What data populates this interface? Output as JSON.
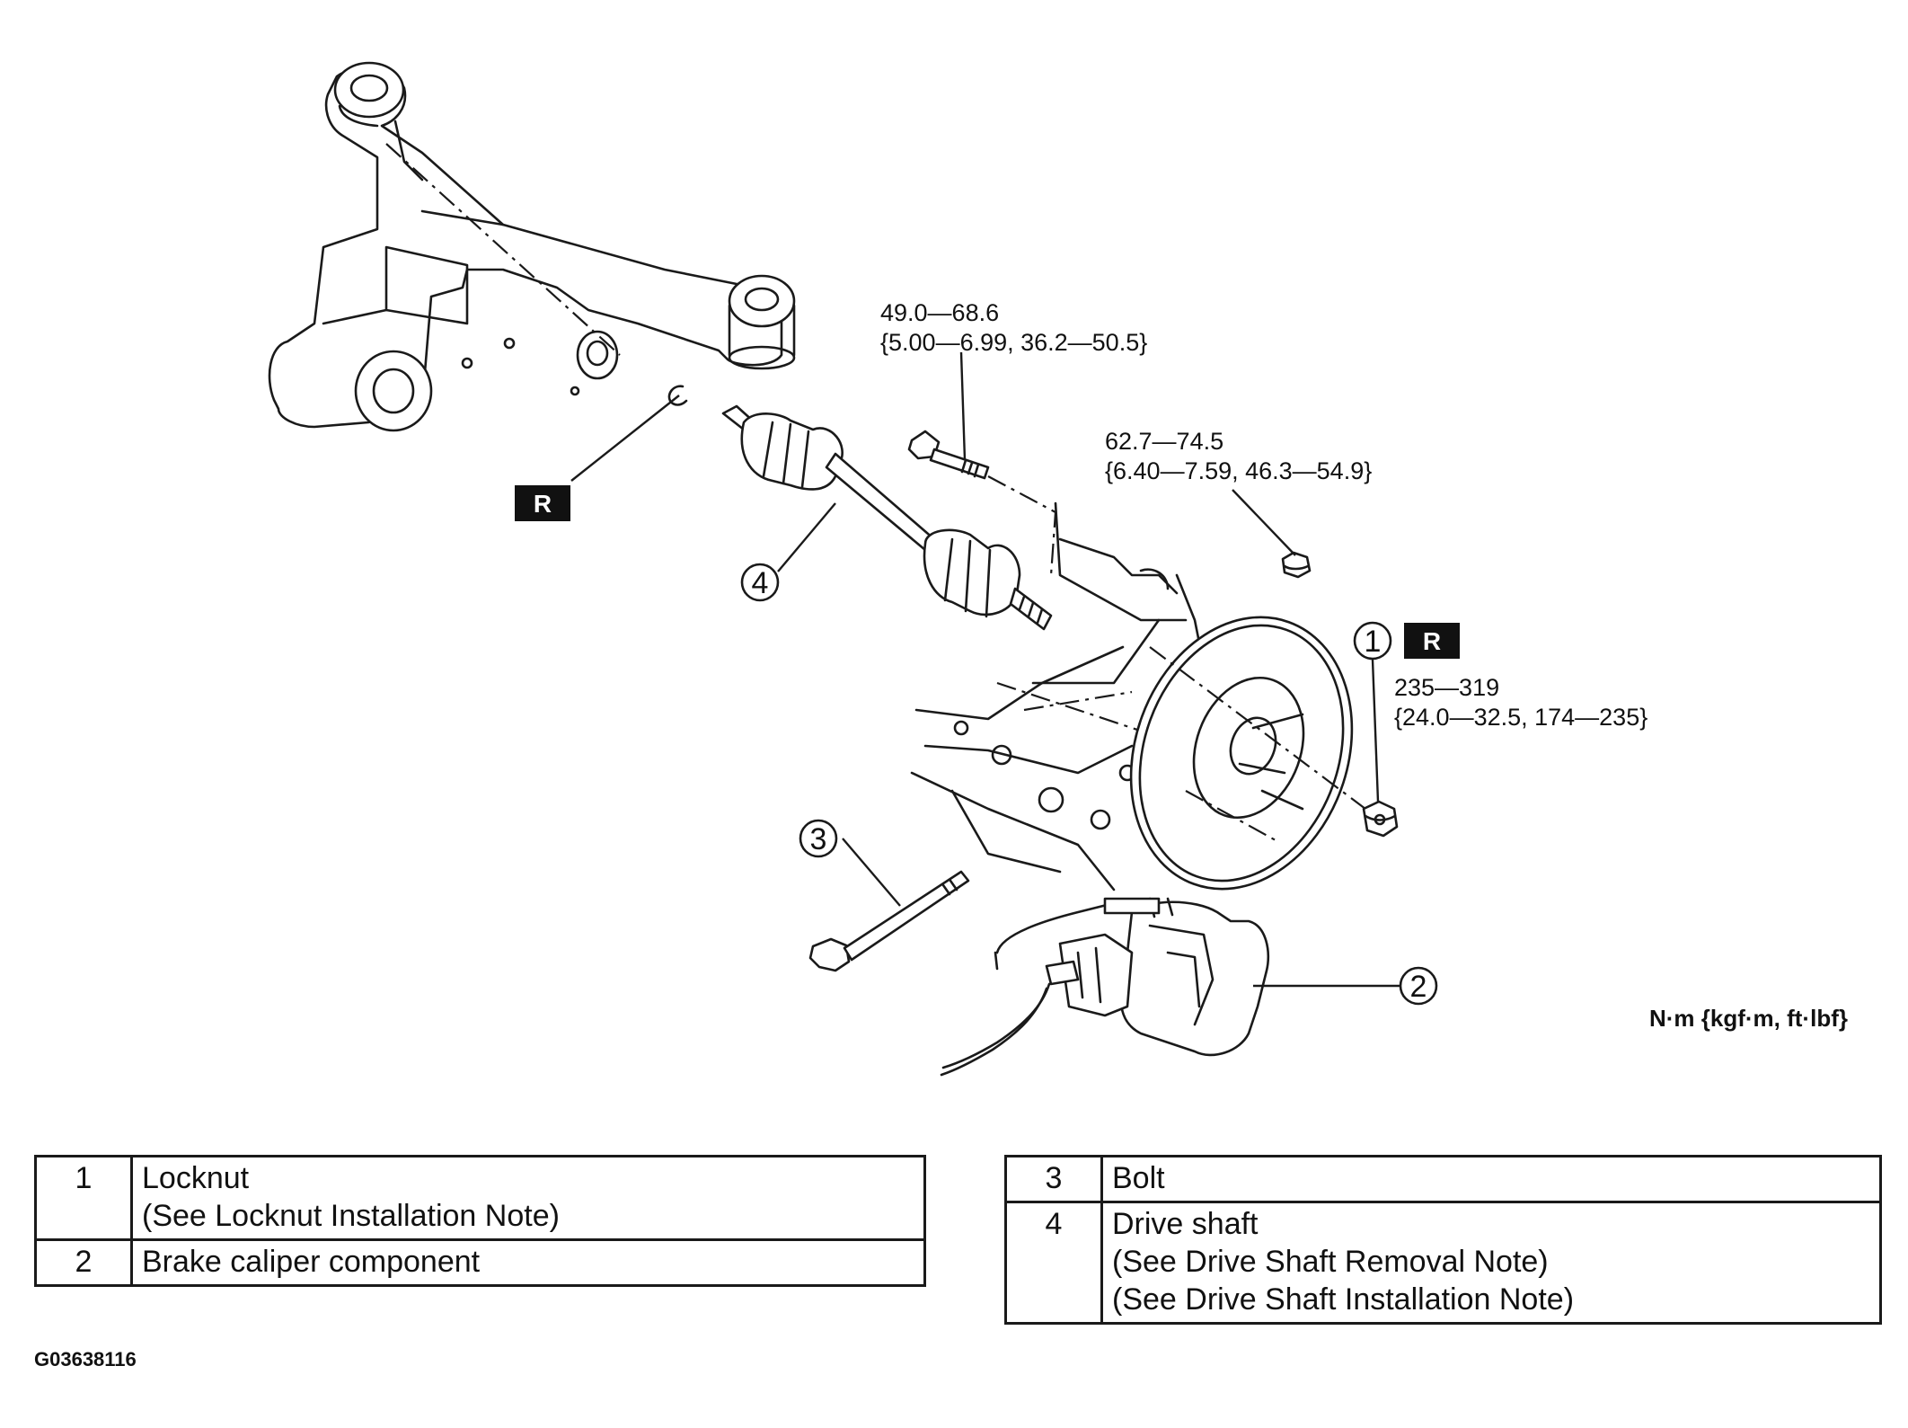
{
  "figure_code": "G03638116",
  "units": "N·m {kgf·m, ft·lbf}",
  "replace_mark": "R",
  "callouts": {
    "c1": "1",
    "c2": "2",
    "c3": "3",
    "c4": "4"
  },
  "torques": {
    "upper_bolt": {
      "line1": "49.0—68.6",
      "line2": "{5.00—6.99, 36.2—50.5}"
    },
    "mid_nut": {
      "line1": "62.7—74.5",
      "line2": "{6.40—7.59, 46.3—54.9}"
    },
    "locknut": {
      "line1": "235—319",
      "line2": "{24.0—32.5, 174—235}"
    }
  },
  "table_left": {
    "rows": [
      {
        "num": "1",
        "lines": [
          "Locknut",
          "(See Locknut Installation Note)"
        ]
      },
      {
        "num": "2",
        "lines": [
          "Brake caliper component"
        ]
      }
    ]
  },
  "table_right": {
    "rows": [
      {
        "num": "3",
        "lines": [
          "Bolt"
        ]
      },
      {
        "num": "4",
        "lines": [
          "Drive shaft",
          "(See Drive Shaft Removal Note)",
          "(See Drive Shaft Installation Note)"
        ]
      }
    ]
  }
}
